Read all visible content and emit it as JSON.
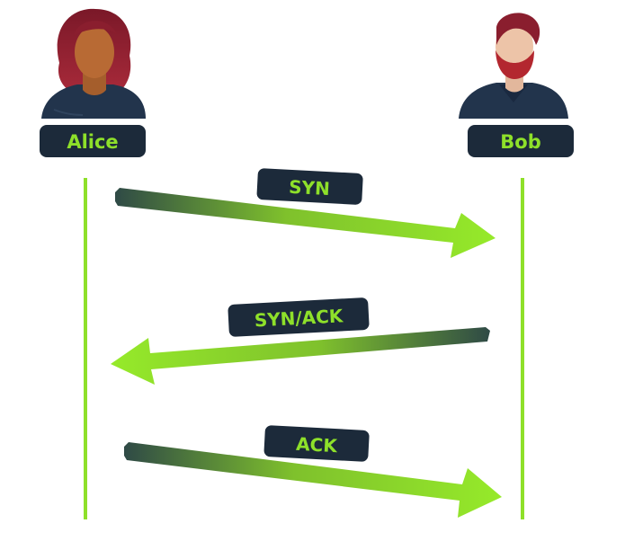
{
  "participants": {
    "alice": {
      "name": "Alice"
    },
    "bob": {
      "name": "Bob"
    }
  },
  "messages": [
    {
      "label": "SYN",
      "from": "Alice",
      "to": "Bob"
    },
    {
      "label": "SYN/ACK",
      "from": "Bob",
      "to": "Alice"
    },
    {
      "label": "ACK",
      "from": "Alice",
      "to": "Bob"
    }
  ],
  "colors": {
    "accent": "#8ee02a",
    "label_bg": "#1c2a3a",
    "arrow_dark": "#2f4a46",
    "skin": "#b86a34",
    "hair": "#8a1e2e",
    "shirt": "#22344c"
  }
}
